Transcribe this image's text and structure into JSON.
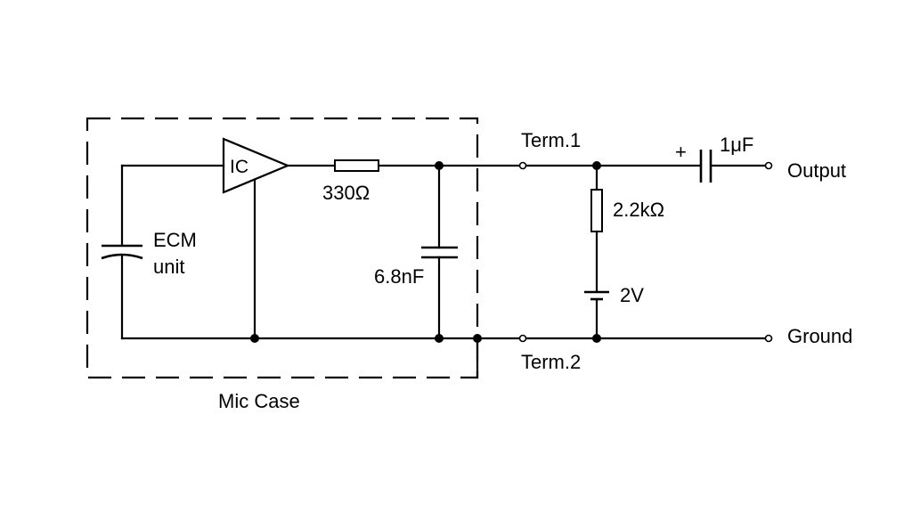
{
  "diagram": {
    "box_label": "Mic Case",
    "amplifier_label": "IC",
    "ecm_label_line1": "ECM",
    "ecm_label_line2": "unit",
    "resistor_330_label": "330Ω",
    "capacitor_68_label": "6.8nF",
    "terminal1_label": "Term.1",
    "terminal2_label": "Term.2",
    "resistor_22k_label": "2.2kΩ",
    "battery_label": "2V",
    "capacitor_1u_label": "1μF",
    "capacitor_polarity": "+",
    "output_label": "Output",
    "ground_label": "Ground"
  }
}
